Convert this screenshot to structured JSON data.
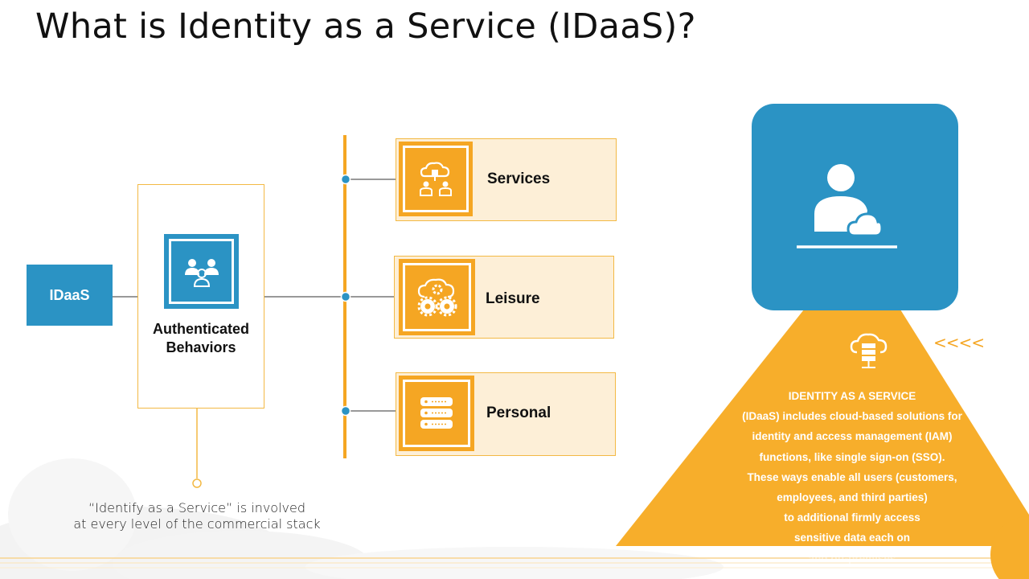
{
  "slide": {
    "title": "What is Identity as a Service (IDaaS)?"
  },
  "diagram": {
    "root_label": "IDaaS",
    "middle_label_line1": "Authenticated",
    "middle_label_line2": "Behaviors",
    "items": [
      {
        "label": "Services",
        "icon": "cloud-users-icon"
      },
      {
        "label": "Leisure",
        "icon": "cloud-gears-icon"
      },
      {
        "label": "Personal",
        "icon": "server-rack-icon"
      }
    ],
    "quote_line1": "“Identify as a Service” is involved",
    "quote_line2": "at every level of the commercial stack"
  },
  "callout": {
    "card_icon": "user-cloud-icon",
    "triangle_icon": "cloud-server-icon",
    "arrows": "<<<<",
    "lines": [
      "IDENTITY AS A SERVICE",
      "(IDaaS) includes cloud-based solutions for",
      "identity and access management (IAM)",
      "functions, like single sign-on (SSO).",
      "These ways enable all users (customers,",
      "employees, and third parties)",
      "to additional firmly access",
      "sensitive data each on",
      "and off-premises"
    ]
  },
  "colors": {
    "blue": "#2b93c4",
    "orange": "#f5a623",
    "orange_light": "#fdefd7",
    "orange_border": "#f3b944"
  }
}
